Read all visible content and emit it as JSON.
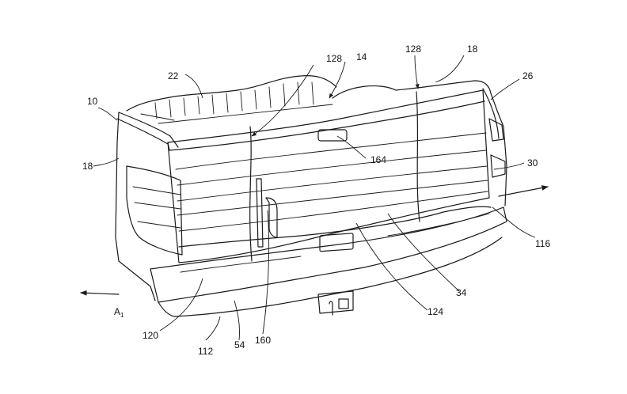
{
  "figure": {
    "labels": {
      "r10": "10",
      "r14": "14",
      "r18a": "18",
      "r18b": "18",
      "r22": "22",
      "r26": "26",
      "r30": "30",
      "r34": "34",
      "r54": "54",
      "r112": "112",
      "r116": "116",
      "r120": "120",
      "r124": "124",
      "r128a": "128",
      "r128b": "128",
      "r160": "160",
      "r164": "164",
      "axis_letter": "A",
      "axis_sub": "1"
    }
  }
}
